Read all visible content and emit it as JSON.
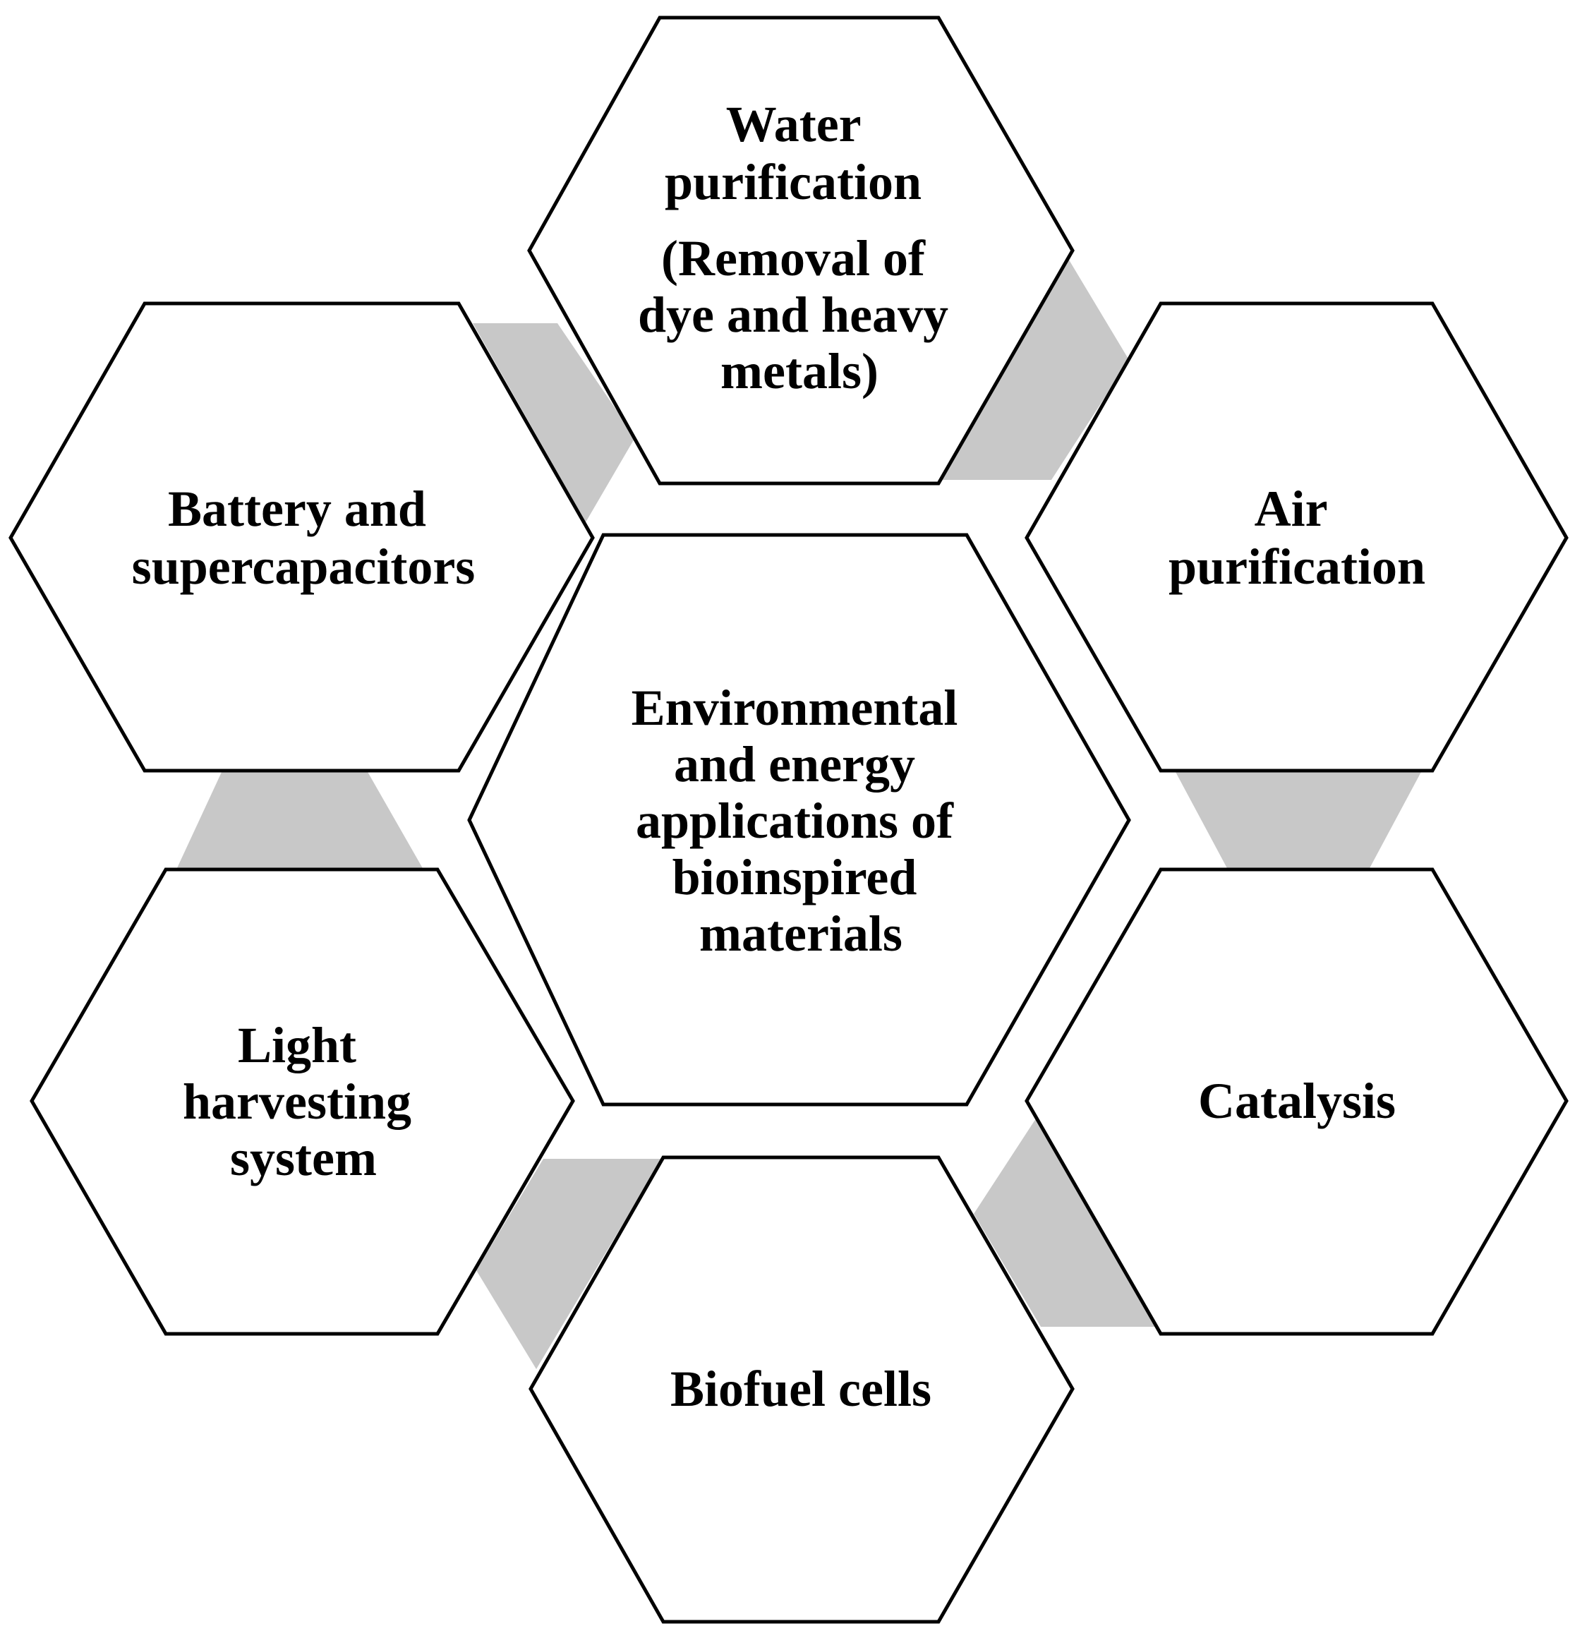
{
  "diagram": {
    "center": {
      "lines": [
        "Environmental",
        "and energy",
        "applications of",
        "bioinspired",
        "materials"
      ]
    },
    "nodes": [
      {
        "id": "water",
        "lines": [
          "Water",
          "purification",
          "(Removal of",
          "dye and heavy",
          "metals)"
        ]
      },
      {
        "id": "air",
        "lines": [
          "Air",
          "purification"
        ]
      },
      {
        "id": "catalysis",
        "lines": [
          "Catalysis"
        ]
      },
      {
        "id": "biofuel",
        "lines": [
          "Biofuel cells"
        ]
      },
      {
        "id": "light",
        "lines": [
          "Light",
          "harvesting",
          "system"
        ]
      },
      {
        "id": "battery",
        "lines": [
          "Battery and",
          "supercapacitors"
        ]
      }
    ],
    "colors": {
      "outline": "#000000",
      "fill": "#ffffff",
      "connector": "#c8c8c8"
    }
  }
}
